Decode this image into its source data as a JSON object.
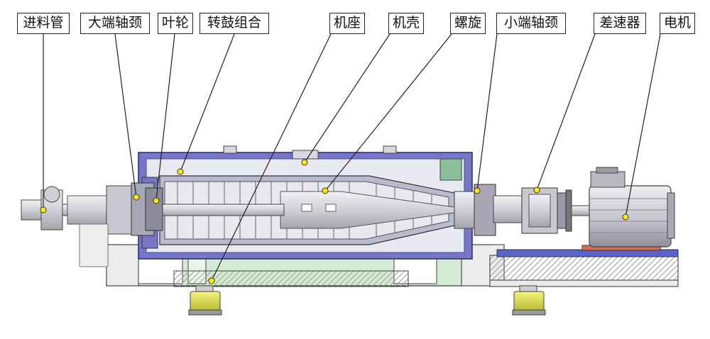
{
  "labels": [
    {
      "id": "feed-pipe",
      "text": "进料管"
    },
    {
      "id": "large-journal",
      "text": "大端轴颈"
    },
    {
      "id": "impeller",
      "text": "叶轮"
    },
    {
      "id": "bowl-assembly",
      "text": "转鼓组合"
    },
    {
      "id": "base",
      "text": "机座"
    },
    {
      "id": "casing",
      "text": "机壳"
    },
    {
      "id": "screw",
      "text": "螺旋"
    },
    {
      "id": "small-journal",
      "text": "小端轴颈"
    },
    {
      "id": "differential",
      "text": "差速器"
    },
    {
      "id": "motor",
      "text": "电机"
    }
  ],
  "colors": {
    "casing": "#7777c8",
    "casing_dark": "#4a4aa0",
    "bowl": "#b9b9cf",
    "metal": "#d2d2d6",
    "metal_dark": "#8a8a90",
    "base_green": "#d3ebd2",
    "foot_yellow": "#e8e860",
    "motor": "#c9cad2",
    "rail_blue": "#5a64c8",
    "rail_red": "#e06a50",
    "dot": "#ffee00",
    "line": "#222222"
  }
}
